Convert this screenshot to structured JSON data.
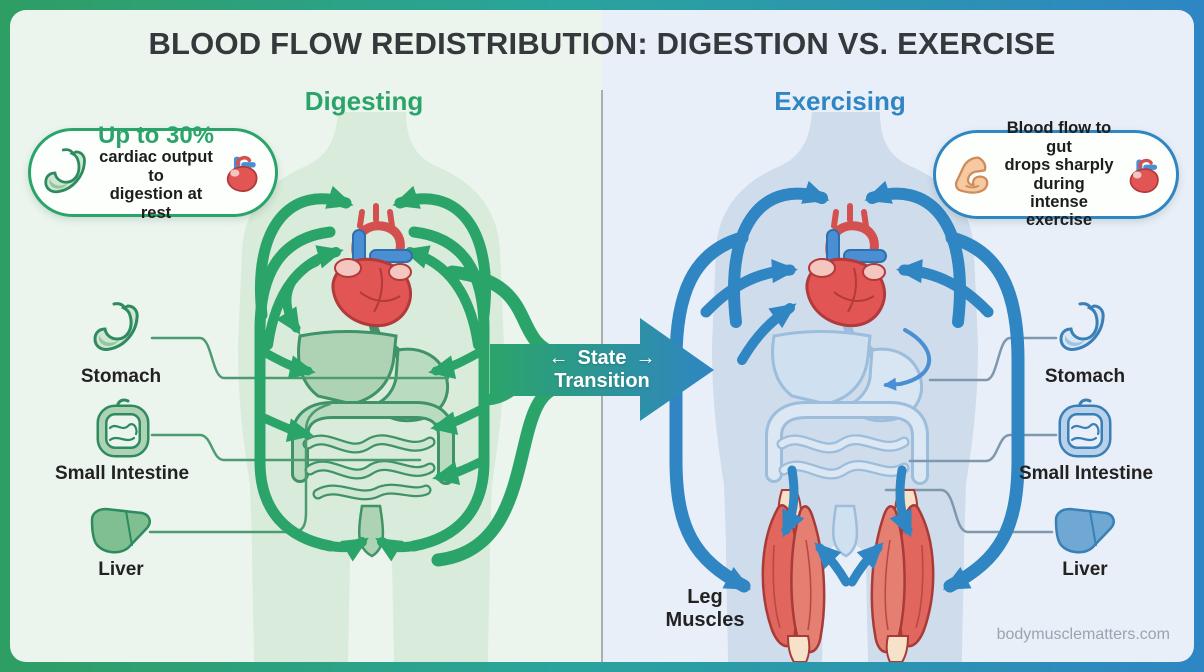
{
  "title": "BLOOD FLOW REDISTRIBUTION: DIGESTION VS. EXERCISE",
  "watermark": "bodymusclematters.com",
  "transition": {
    "glyph_left": "←",
    "word1": "State",
    "word2": "Transition",
    "glyph_right": "→"
  },
  "digesting": {
    "header": "Digesting",
    "callout": {
      "stat": "Up to 30%",
      "line1": "cardiac output to",
      "line2": "digestion at rest"
    },
    "organs": [
      {
        "label": "Stomach"
      },
      {
        "label": "Small Intestine"
      },
      {
        "label": "Liver"
      }
    ]
  },
  "exercising": {
    "header": "Exercising",
    "callout": {
      "line1": "Blood flow to gut",
      "line2": "drops sharply during",
      "line3": "intense exercise"
    },
    "organs": [
      {
        "label": "Stomach"
      },
      {
        "label": "Small Intestine"
      },
      {
        "label": "Liver"
      }
    ],
    "leg_label": "Leg Muscles"
  },
  "colors": {
    "green_accent": "#2ba46a",
    "blue_accent": "#2f86c3",
    "title_text": "#35393c",
    "panel_left_bg": "#ebf5ee",
    "panel_right_bg": "#e9eff8",
    "heart_red": "#e25555",
    "muscle_red": "#e0665e",
    "watermark_gray": "#9aa3ae"
  }
}
